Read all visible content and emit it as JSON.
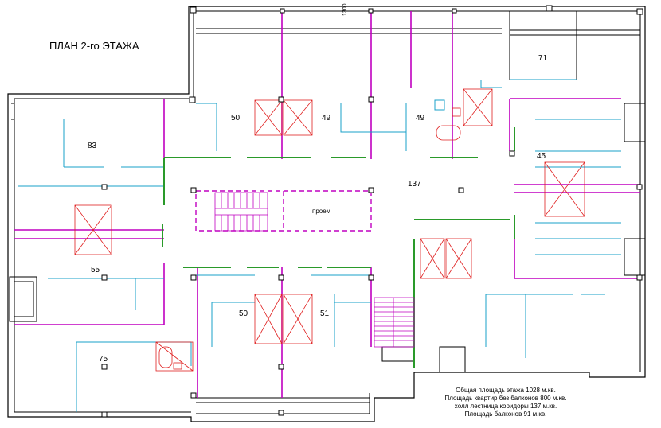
{
  "title": "ПЛАН 2-го ЭТАЖА",
  "dimension": "1300",
  "rooms": [
    {
      "id": "room-71",
      "label": "71"
    },
    {
      "id": "room-50-top",
      "label": "50"
    },
    {
      "id": "room-49-a",
      "label": "49"
    },
    {
      "id": "room-49-b",
      "label": "49"
    },
    {
      "id": "room-83",
      "label": "83"
    },
    {
      "id": "room-45",
      "label": "45"
    },
    {
      "id": "room-137",
      "label": "137"
    },
    {
      "id": "room-55",
      "label": "55"
    },
    {
      "id": "room-50-bottom",
      "label": "50"
    },
    {
      "id": "room-51",
      "label": "51"
    },
    {
      "id": "room-75",
      "label": "75"
    }
  ],
  "opening_label": "проем",
  "stats": [
    "Общая площадь этажа 1028 м.кв.",
    "Площадь квартир без балконов 800 м.кв.",
    "холл лестница коридоры 137 м.кв.",
    "Площадь балконов 91 м.кв."
  ],
  "colors": {
    "walls": "#000000",
    "partitions": "#c000c0",
    "furniture": "#18a0c8",
    "doors": "#2a9a2a",
    "sanitary": "#e02020"
  }
}
